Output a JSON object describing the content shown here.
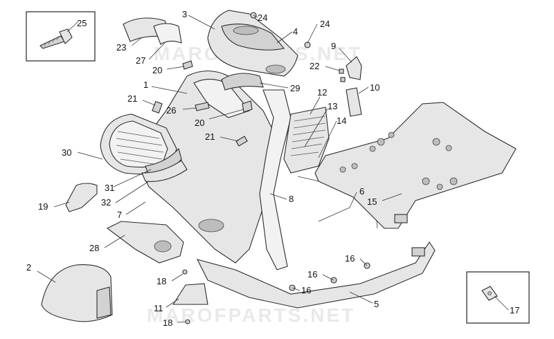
{
  "watermark": {
    "top": "MAROFPARTS.NET",
    "bottom": "MAROFPARTS.NET"
  },
  "callouts": [
    {
      "id": "c25",
      "text": "25"
    },
    {
      "id": "c3",
      "text": "3"
    },
    {
      "id": "c24a",
      "text": "24"
    },
    {
      "id": "c24b",
      "text": "24"
    },
    {
      "id": "c4",
      "text": "4"
    },
    {
      "id": "c23",
      "text": "23"
    },
    {
      "id": "c9",
      "text": "9"
    },
    {
      "id": "c27",
      "text": "27"
    },
    {
      "id": "c22",
      "text": "22"
    },
    {
      "id": "c20a",
      "text": "20"
    },
    {
      "id": "c10",
      "text": "10"
    },
    {
      "id": "c1",
      "text": "1"
    },
    {
      "id": "c29",
      "text": "29"
    },
    {
      "id": "c12",
      "text": "12"
    },
    {
      "id": "c21a",
      "text": "21"
    },
    {
      "id": "c26",
      "text": "26"
    },
    {
      "id": "c13",
      "text": "13"
    },
    {
      "id": "c20b",
      "text": "20"
    },
    {
      "id": "c14",
      "text": "14"
    },
    {
      "id": "c21b",
      "text": "21"
    },
    {
      "id": "c30",
      "text": "30"
    },
    {
      "id": "c6",
      "text": "6"
    },
    {
      "id": "c31",
      "text": "31"
    },
    {
      "id": "c8",
      "text": "8"
    },
    {
      "id": "c15",
      "text": "15"
    },
    {
      "id": "c19",
      "text": "19"
    },
    {
      "id": "c32",
      "text": "32"
    },
    {
      "id": "c7",
      "text": "7"
    },
    {
      "id": "c28",
      "text": "28"
    },
    {
      "id": "c16a",
      "text": "16"
    },
    {
      "id": "c2",
      "text": "2"
    },
    {
      "id": "c16b",
      "text": "16"
    },
    {
      "id": "c18a",
      "text": "18"
    },
    {
      "id": "c16c",
      "text": "16"
    },
    {
      "id": "c5",
      "text": "5"
    },
    {
      "id": "c11",
      "text": "11"
    },
    {
      "id": "c17",
      "text": "17"
    },
    {
      "id": "c18b",
      "text": "18"
    }
  ]
}
